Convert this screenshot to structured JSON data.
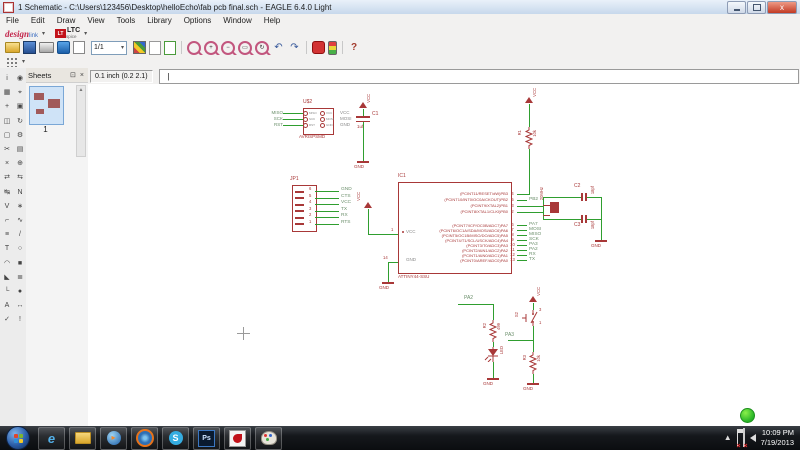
{
  "colors": {
    "part_red": "#a83838",
    "net_green": "#2f9e2f",
    "net_label": "#6b8f6b",
    "pin_name_grey": "#8a8a8a",
    "canvas": "#ffffff",
    "selection_blue": "#cfe3f7",
    "taskbar": "#15181c"
  },
  "window": {
    "title": "1 Schematic - C:\\Users\\123456\\Desktop\\helloEcho\\fab pcb final.sch - EAGLE 6.4.0 Light",
    "menus": [
      "File",
      "Edit",
      "Draw",
      "View",
      "Tools",
      "Library",
      "Options",
      "Window",
      "Help"
    ],
    "buttons": {
      "close": "x"
    }
  },
  "toolbar1": {
    "designlink_a": "design",
    "designlink_b": "link",
    "lt_logo": "LT",
    "ltc": "LTC",
    "ltc_sub": "spice",
    "caret": "▾"
  },
  "toolbar2": {
    "sheet_combo": "1/1",
    "caret": "▾",
    "undo": "↶",
    "redo": "↷",
    "help": "?",
    "zoom_glyphs": [
      "",
      "+",
      "−",
      "▭",
      "↻"
    ]
  },
  "sheets_panel": {
    "title": "Sheets",
    "float_btn": "⊡",
    "close_btn": "×",
    "page": "1"
  },
  "statusbar": {
    "coords": "0.1 inch (0.2 2.1)",
    "cursor": "|"
  },
  "palette": {
    "tools": [
      {
        "n": "info-tool",
        "g": "i"
      },
      {
        "n": "show-tool",
        "g": "◉"
      },
      {
        "n": "display-tool",
        "g": "▦"
      },
      {
        "n": "mark-tool",
        "g": "⌖"
      },
      {
        "n": "move-tool",
        "g": "+"
      },
      {
        "n": "copy-tool",
        "g": "▣"
      },
      {
        "n": "mirror-tool",
        "g": "◫"
      },
      {
        "n": "rotate-tool",
        "g": "↻"
      },
      {
        "n": "group-tool",
        "g": "▢"
      },
      {
        "n": "change-tool",
        "g": "⚙"
      },
      {
        "n": "cut-tool",
        "g": "✂"
      },
      {
        "n": "paste-tool",
        "g": "▤"
      },
      {
        "n": "delete-tool",
        "g": "×"
      },
      {
        "n": "add-tool",
        "g": "⊕"
      },
      {
        "n": "pinswap-tool",
        "g": "⇄"
      },
      {
        "n": "gateswap-tool",
        "g": "⇆"
      },
      {
        "n": "replace-tool",
        "g": "↹"
      },
      {
        "n": "name-tool",
        "g": "N"
      },
      {
        "n": "value-tool",
        "g": "V"
      },
      {
        "n": "smash-tool",
        "g": "∗"
      },
      {
        "n": "miter-tool",
        "g": "⌐"
      },
      {
        "n": "split-tool",
        "g": "∿"
      },
      {
        "n": "invoke-tool",
        "g": "≡"
      },
      {
        "n": "wire-tool",
        "g": "/"
      },
      {
        "n": "text-tool",
        "g": "T"
      },
      {
        "n": "circle-tool",
        "g": "○"
      },
      {
        "n": "arc-tool",
        "g": "◠"
      },
      {
        "n": "rect-tool",
        "g": "■"
      },
      {
        "n": "polygon-tool",
        "g": "◣"
      },
      {
        "n": "bus-tool",
        "g": "≣"
      },
      {
        "n": "net-tool",
        "g": "└"
      },
      {
        "n": "junction-tool",
        "g": "●"
      },
      {
        "n": "label-tool",
        "g": "A"
      },
      {
        "n": "dimension-tool",
        "g": "↔"
      },
      {
        "n": "erc-tool",
        "g": "✓"
      },
      {
        "n": "errors-tool",
        "g": "!"
      }
    ]
  },
  "schematic": {
    "isp": {
      "ref": "U$2",
      "value": "AVRISPSMD",
      "rows": [
        {
          "ext": "MISO",
          "inl": "MISO",
          "inr": "VCC",
          "extr": "VCC"
        },
        {
          "ext": "SCK",
          "inl": "SCK",
          "inr": "MOSI",
          "extr": "MOSI"
        },
        {
          "ext": "RST",
          "inl": "RST",
          "inr": "GND",
          "extr": "GND"
        }
      ]
    },
    "c1": {
      "ref": "C1",
      "value": "1uf",
      "vcc": "VCC",
      "gnd": "GND"
    },
    "r1": {
      "ref": "R1",
      "value": "10k",
      "vcc": "VCC"
    },
    "ic1": {
      "ref": "IC1",
      "value": "ATTINY44-SSU",
      "pin1_num": "1",
      "pin1_name": "VCC",
      "pin14_num": "14",
      "pin14_name": "GND",
      "vcc": "VCC",
      "gnd": "GND",
      "pins_top": [
        {
          "num": "4",
          "fn": "(PCINT11/RESET/dW)PB3",
          "net": ""
        },
        {
          "num": "5",
          "fn": "(PCINT10/INT0/OC0A/CKOUT)PB2",
          "net": "PB2"
        },
        {
          "num": "3",
          "fn": "(PCINT9/XTAL2)PB1",
          "net": ""
        },
        {
          "num": "2",
          "fn": "(PCINT8/XTAL1/CLKI)PB0",
          "net": ""
        }
      ],
      "pins_bottom": [
        {
          "num": "6",
          "fn": "(PCINT7/ICP/OC0B/ADC7)PA7",
          "net": "PA7"
        },
        {
          "num": "7",
          "fn": "(PCINT6/OC1A/SDA/MOSI/ADC6)PA6",
          "net": "MOSI"
        },
        {
          "num": "8",
          "fn": "(PCINT5/OC1B/MISO/DO/ADC5)PA5",
          "net": "MISO"
        },
        {
          "num": "9",
          "fn": "(PCINT4/T1/SCL/USCK/ADC4)PA4",
          "net": "SCK"
        },
        {
          "num": "10",
          "fn": "(PCINT3/T0/ADC3)PA3",
          "net": "PA3"
        },
        {
          "num": "11",
          "fn": "(PCINT2/AIN1/ADC2)PA2",
          "net": "PA2"
        },
        {
          "num": "12",
          "fn": "(PCINT1/AIN0/ADC1)PA1",
          "net": "RX"
        },
        {
          "num": "13",
          "fn": "(PCINT0/AREF/ADC0)PA0",
          "net": "TX"
        }
      ]
    },
    "xtal": {
      "value": "20MHz",
      "c2_ref": "C2",
      "c2_val": "18pf",
      "c3_ref": "C3",
      "c3_val": "18pf",
      "gnd": "GND"
    },
    "jp1": {
      "ref": "JP1",
      "pins": [
        {
          "num": "6",
          "net": "GND"
        },
        {
          "num": "5",
          "net": "CTS"
        },
        {
          "num": "4",
          "net": "VCC"
        },
        {
          "num": "3",
          "net": "TX"
        },
        {
          "num": "2",
          "net": "RX"
        },
        {
          "num": "1",
          "net": "RTS"
        }
      ]
    },
    "led_branch": {
      "net": "PA2",
      "r_ref": "R2",
      "r_val": "499",
      "led_label": "LED",
      "gnd": "GND"
    },
    "button_branch": {
      "vcc": "VCC",
      "s_ref": "S2",
      "pin_top": "3",
      "pin_bot": "1",
      "net": "PA3",
      "r_ref": "R3",
      "r_val": "10k",
      "gnd": "GND"
    }
  },
  "taskbar": {
    "apps": [
      {
        "n": "internet-explorer",
        "l": "e"
      },
      {
        "n": "windows-explorer",
        "l": ""
      },
      {
        "n": "media-player",
        "l": "▸"
      },
      {
        "n": "firefox",
        "l": ""
      },
      {
        "n": "skype",
        "l": "S"
      },
      {
        "n": "photoshop",
        "l": "Ps"
      },
      {
        "n": "eagle",
        "l": ""
      },
      {
        "n": "paint",
        "l": ""
      }
    ],
    "tray": {
      "expand": "▲",
      "x": "×",
      "time": "10:09 PM",
      "date": "7/19/2013"
    }
  }
}
